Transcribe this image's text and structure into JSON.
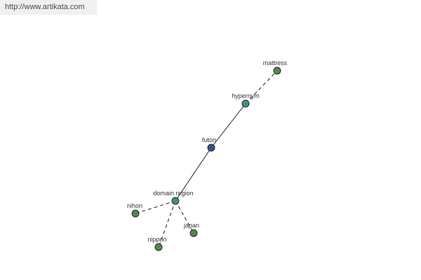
{
  "source": {
    "url_text": "http://www.artikata.com"
  },
  "graph": {
    "colors": {
      "center": "#3a4f8f",
      "relation": "#3f8f86",
      "leaf": "#4e8a4a"
    },
    "nodes": [
      {
        "id": "mattress",
        "label": "mattress",
        "kind": "leaf"
      },
      {
        "id": "hypernym",
        "label": "hypernym",
        "kind": "relation"
      },
      {
        "id": "futon",
        "label": "futon",
        "kind": "center"
      },
      {
        "id": "domain-region",
        "label": "domain region",
        "kind": "relation"
      },
      {
        "id": "nihon",
        "label": "nihon",
        "kind": "leaf"
      },
      {
        "id": "japan",
        "label": "japan",
        "kind": "leaf"
      },
      {
        "id": "nippon",
        "label": "nippon",
        "kind": "leaf"
      }
    ],
    "edges": [
      {
        "from": "futon",
        "to": "hypernym",
        "style": "solid"
      },
      {
        "from": "futon",
        "to": "domain-region",
        "style": "solid"
      },
      {
        "from": "hypernym",
        "to": "mattress",
        "style": "dashed"
      },
      {
        "from": "domain-region",
        "to": "nihon",
        "style": "dashed"
      },
      {
        "from": "domain-region",
        "to": "japan",
        "style": "dashed"
      },
      {
        "from": "domain-region",
        "to": "nippon",
        "style": "dashed"
      }
    ]
  }
}
